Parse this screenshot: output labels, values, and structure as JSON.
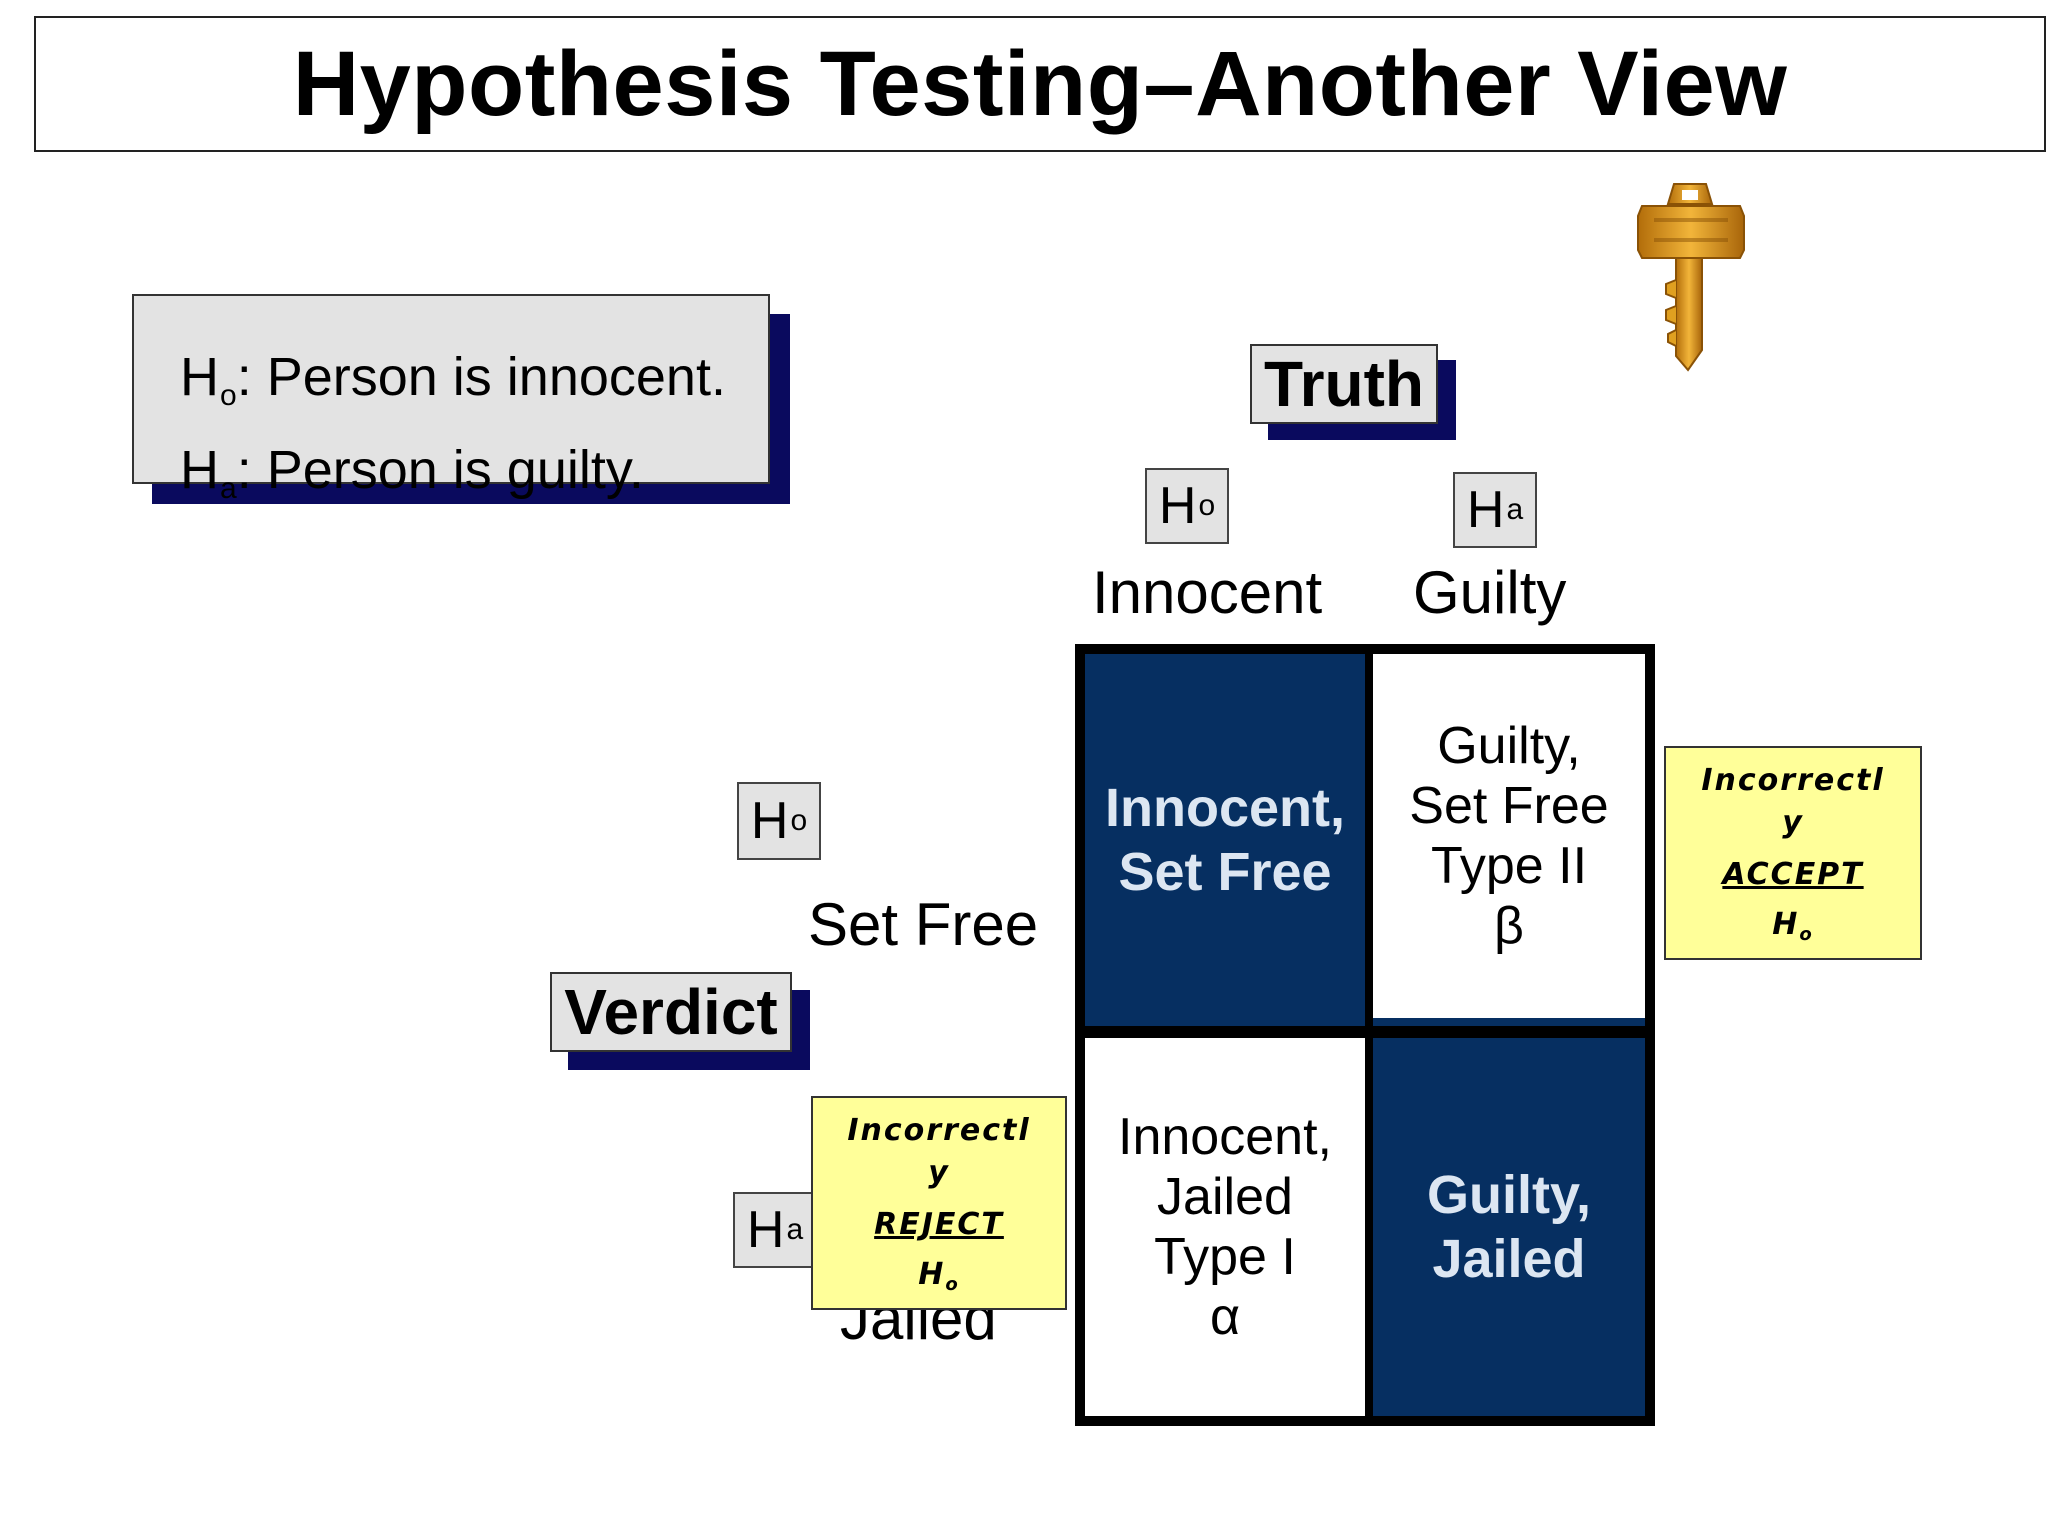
{
  "title": "Hypothesis Testing–Another View",
  "hypotheses": {
    "null_symbol": "H",
    "null_sub": "o",
    "null_text": ":  Person is innocent.",
    "alt_symbol": "H",
    "alt_sub": "a",
    "alt_text": ":  Person is guilty."
  },
  "truth": {
    "label": "Truth",
    "col1": {
      "symbol": "H",
      "sub": "o",
      "label": "Innocent"
    },
    "col2": {
      "symbol": "H",
      "sub": "a",
      "label": "Guilty"
    }
  },
  "verdict": {
    "label": "Verdict",
    "row1": {
      "symbol": "H",
      "sub": "o",
      "label": "Set Free"
    },
    "row2": {
      "symbol": "H",
      "sub": "a",
      "label": "Jailed"
    }
  },
  "grid": {
    "r1c1": "Innocent,\nSet Free",
    "r1c2": "Guilty,\nSet Free\nType II\nβ",
    "r2c1": "Innocent,\nJailed\nType I\nα",
    "r2c2": "Guilty,\nJailed"
  },
  "notes": {
    "accept": {
      "line1": "Incorrectl",
      "line2": "y",
      "line3": "ACCEPT",
      "line4": "H",
      "line4_sub": "o"
    },
    "reject": {
      "line1": "Incorrectl",
      "line2": "y",
      "line3": "REJECT",
      "line4": "H",
      "line4_sub": "o"
    }
  },
  "colors": {
    "dark_cell": "#062f61",
    "note": "#ffff99",
    "shadow": "#0a0a5e",
    "key": "#e0a020"
  },
  "icons": {
    "key": "key-icon"
  }
}
